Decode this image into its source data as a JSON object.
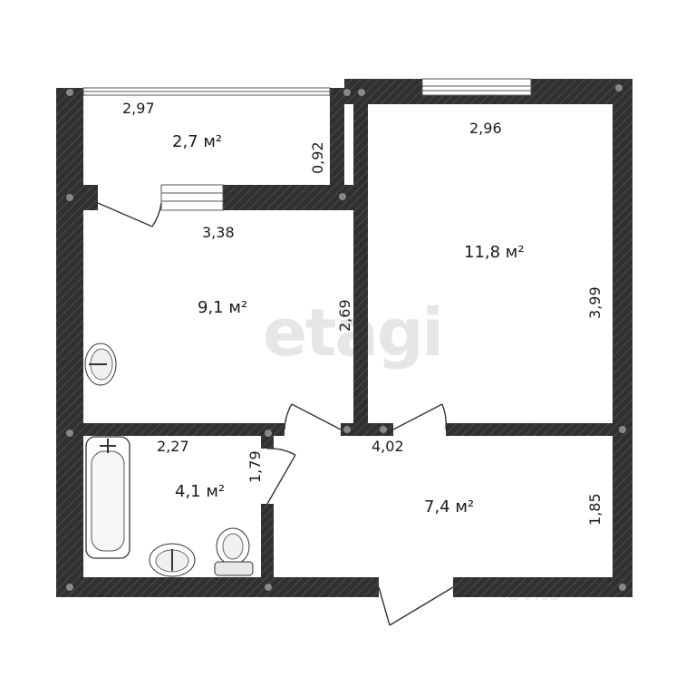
{
  "watermark": "etagi",
  "watermark_corner": "avito",
  "rooms": {
    "balcony": {
      "area": "2,7 м²",
      "width": "2,97",
      "depth": "0,92"
    },
    "kitchen": {
      "area": "9,1 м²",
      "width": "3,38",
      "depth": "2,69"
    },
    "room": {
      "area": "11,8 м²",
      "width": "2,96",
      "depth": "3,99"
    },
    "bathroom": {
      "area": "4,1 м²",
      "width": "2,27",
      "depth": "1,79"
    },
    "hall": {
      "area": "7,4 м²",
      "width": "4,02",
      "depth": "1,85"
    }
  },
  "colors": {
    "wall": "#303030",
    "hatch": "#4a4a4a",
    "fixture": "#e0e0e0"
  }
}
